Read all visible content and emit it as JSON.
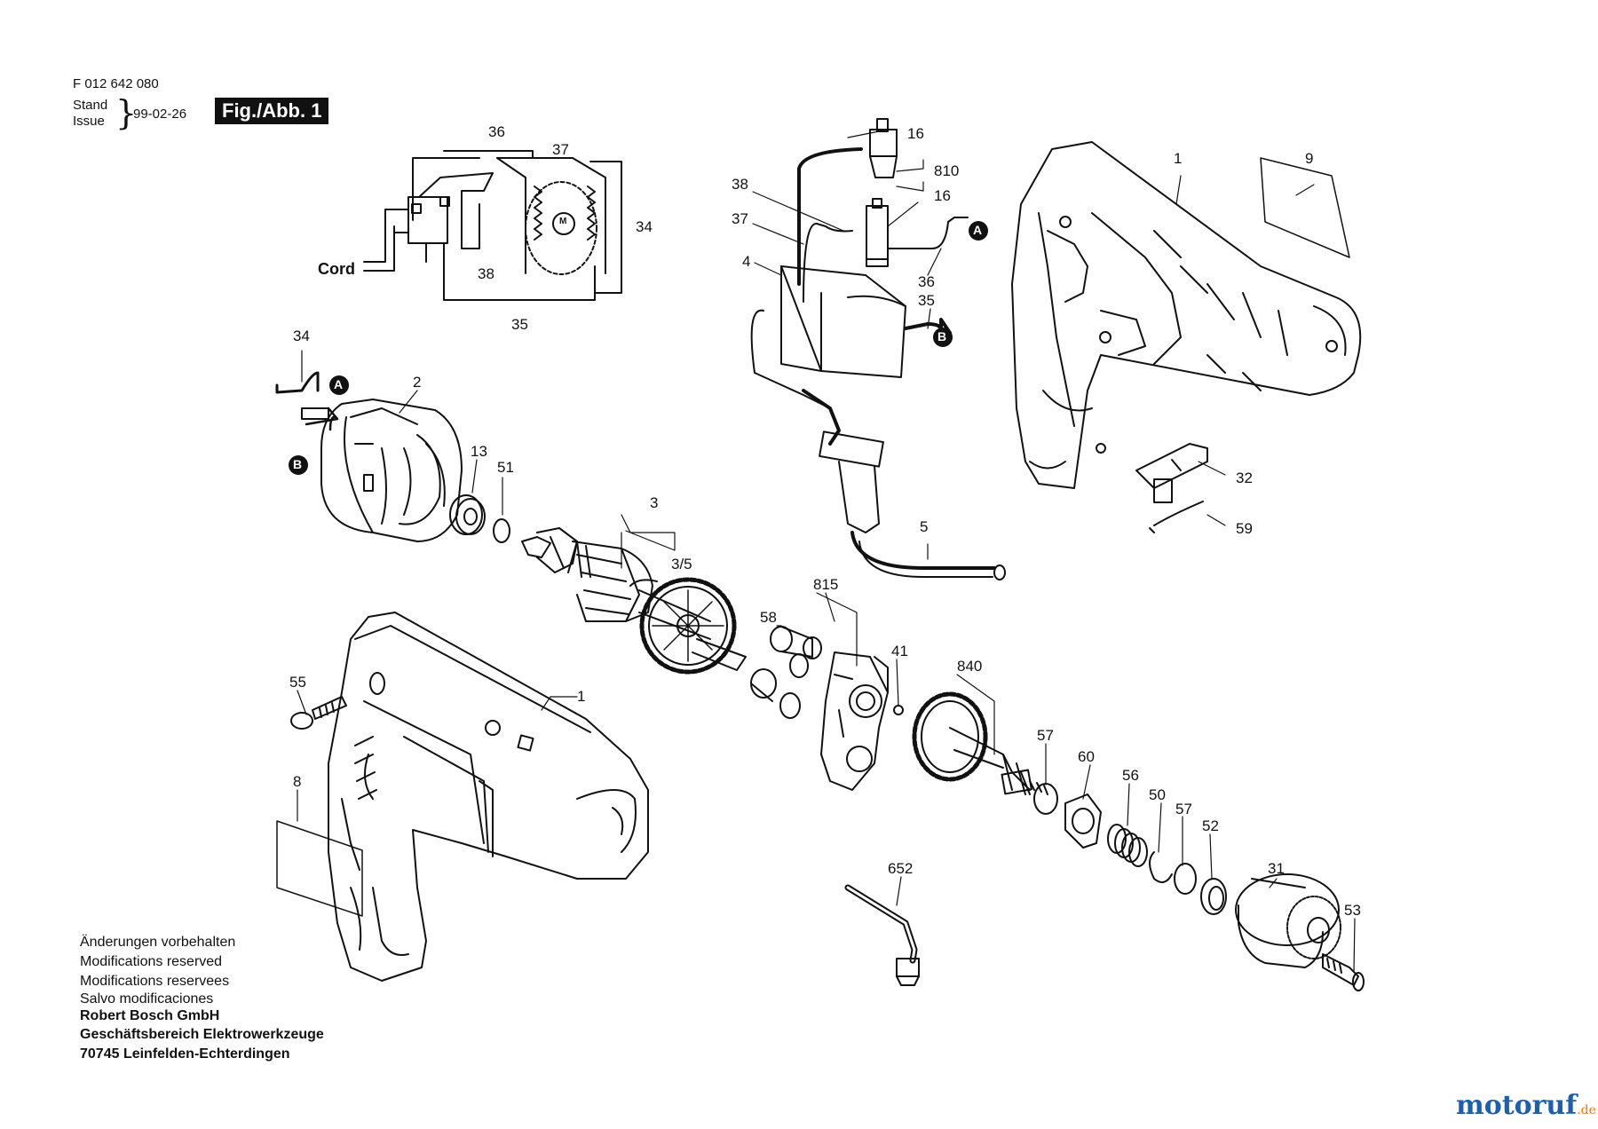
{
  "header": {
    "part_number": "F 012 642 080",
    "stand_label": "Stand",
    "issue_label": "Issue",
    "date": "99-02-26",
    "figure_label": "Fig./Abb. 1"
  },
  "wiring": {
    "cord_label": "Cord",
    "motor_symbol": "M",
    "labels": [
      "36",
      "37",
      "34",
      "38",
      "35"
    ]
  },
  "callouts": [
    {
      "id": "16"
    },
    {
      "id": "810"
    },
    {
      "id": "16"
    },
    {
      "id": "38"
    },
    {
      "id": "37"
    },
    {
      "id": "4"
    },
    {
      "id": "36"
    },
    {
      "id": "35"
    },
    {
      "id": "1"
    },
    {
      "id": "9"
    },
    {
      "id": "32"
    },
    {
      "id": "59"
    },
    {
      "id": "34"
    },
    {
      "id": "2"
    },
    {
      "id": "13"
    },
    {
      "id": "51"
    },
    {
      "id": "3"
    },
    {
      "id": "3/5"
    },
    {
      "id": "815"
    },
    {
      "id": "58"
    },
    {
      "id": "41"
    },
    {
      "id": "840"
    },
    {
      "id": "5"
    },
    {
      "id": "55"
    },
    {
      "id": "1"
    },
    {
      "id": "8"
    },
    {
      "id": "57"
    },
    {
      "id": "60"
    },
    {
      "id": "56"
    },
    {
      "id": "50"
    },
    {
      "id": "57"
    },
    {
      "id": "52"
    },
    {
      "id": "31"
    },
    {
      "id": "652"
    },
    {
      "id": "53"
    }
  ],
  "connectors": {
    "a": "A",
    "b": "B"
  },
  "footer": {
    "lines": [
      "Änderungen vorbehalten",
      "Modifications reserved",
      "Modifications reservees",
      "Salvo modificaciones"
    ],
    "company": "Robert Bosch GmbH",
    "division": "Geschäftsbereich Elektrowerkzeuge",
    "address": "70745 Leinfelden-Echterdingen"
  },
  "watermark": {
    "brand": "motoruf",
    "tld": ".de",
    "brand_color": "#1f5fa8",
    "accent_color": "#e07a1a"
  }
}
